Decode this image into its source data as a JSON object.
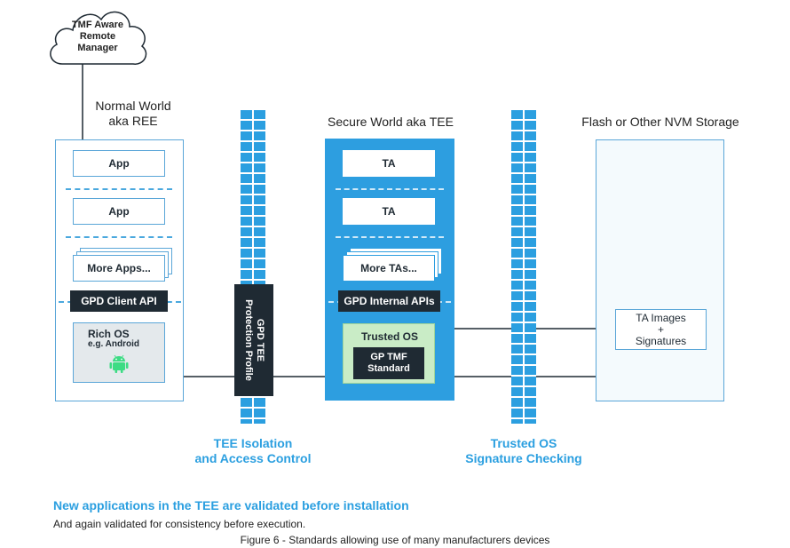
{
  "cloud": {
    "label_line1": "TMF Aware",
    "label_line2": "Remote",
    "label_line3": "Manager"
  },
  "normal_world": {
    "title_line1": "Normal World",
    "title_line2": "aka REE",
    "app1": "App",
    "app2": "App",
    "more_apps": "More Apps...",
    "client_api": "GPD Client API",
    "rich_os_line1": "Rich OS",
    "rich_os_line2": "e.g. Android"
  },
  "firewall_left": {
    "profile_line1": "GPD TEE",
    "profile_line2": "Protection Profile",
    "caption_line1": "TEE Isolation",
    "caption_line2": "and Access Control"
  },
  "secure_world": {
    "title": "Secure World aka TEE",
    "ta1": "TA",
    "ta2": "TA",
    "more_tas": "More TAs...",
    "internal_apis": "GPD Internal APIs",
    "trusted_os": "Trusted OS",
    "tmf_line1": "GP TMF",
    "tmf_line2": "Standard"
  },
  "firewall_right": {
    "caption_line1": "Trusted OS",
    "caption_line2": "Signature Checking"
  },
  "storage": {
    "title": "Flash or Other NVM Storage",
    "ta_images_line1": "TA Images",
    "ta_images_line2": "+",
    "ta_images_line3": "Signatures"
  },
  "footer": {
    "headline": "New applications in the TEE are validated before installation",
    "subline": "And again validated for consistency before execution.",
    "caption": "Figure 6 - Standards allowing use of many manufacturers devices"
  },
  "colors": {
    "accent_blue": "#2b9fe0",
    "tee_blue": "#2d9ee0",
    "dark": "#1f2a33",
    "trusted_green": "#c9ecc6"
  }
}
